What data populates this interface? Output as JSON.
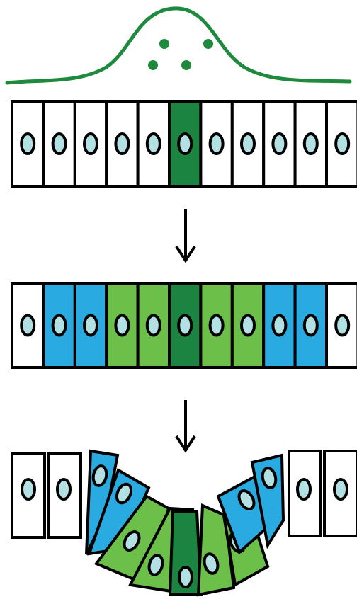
{
  "colors": {
    "background": "#ffffff",
    "outline": "#000000",
    "signal_curve": "#1e8a3e",
    "signal_dot": "#1e8a3e",
    "nucleus": "#b3e0e2",
    "white_cell": "#ffffff",
    "blue_cell": "#29abe2",
    "light_green_cell": "#6cc04a",
    "dark_green_cell": "#1b8440"
  },
  "icons": {
    "signal_gradient": "bell-curve-icon",
    "signal_molecules": "dot-icon",
    "progression": "down-arrow-icon"
  },
  "stages": [
    {
      "id": "uniform-epithelium",
      "cells": [
        "white_cell",
        "white_cell",
        "white_cell",
        "white_cell",
        "white_cell",
        "dark_green_cell",
        "white_cell",
        "white_cell",
        "white_cell",
        "white_cell",
        "white_cell"
      ]
    },
    {
      "id": "patterned-epithelium",
      "cells": [
        "white_cell",
        "blue_cell",
        "blue_cell",
        "light_green_cell",
        "light_green_cell",
        "dark_green_cell",
        "light_green_cell",
        "light_green_cell",
        "blue_cell",
        "blue_cell",
        "white_cell"
      ]
    },
    {
      "id": "invaginated-epithelium",
      "cells": [
        "white_cell",
        "white_cell",
        "blue_cell",
        "blue_cell",
        "light_green_cell",
        "light_green_cell",
        "dark_green_cell",
        "light_green_cell",
        "light_green_cell",
        "blue_cell",
        "blue_cell",
        "white_cell",
        "white_cell"
      ]
    }
  ]
}
